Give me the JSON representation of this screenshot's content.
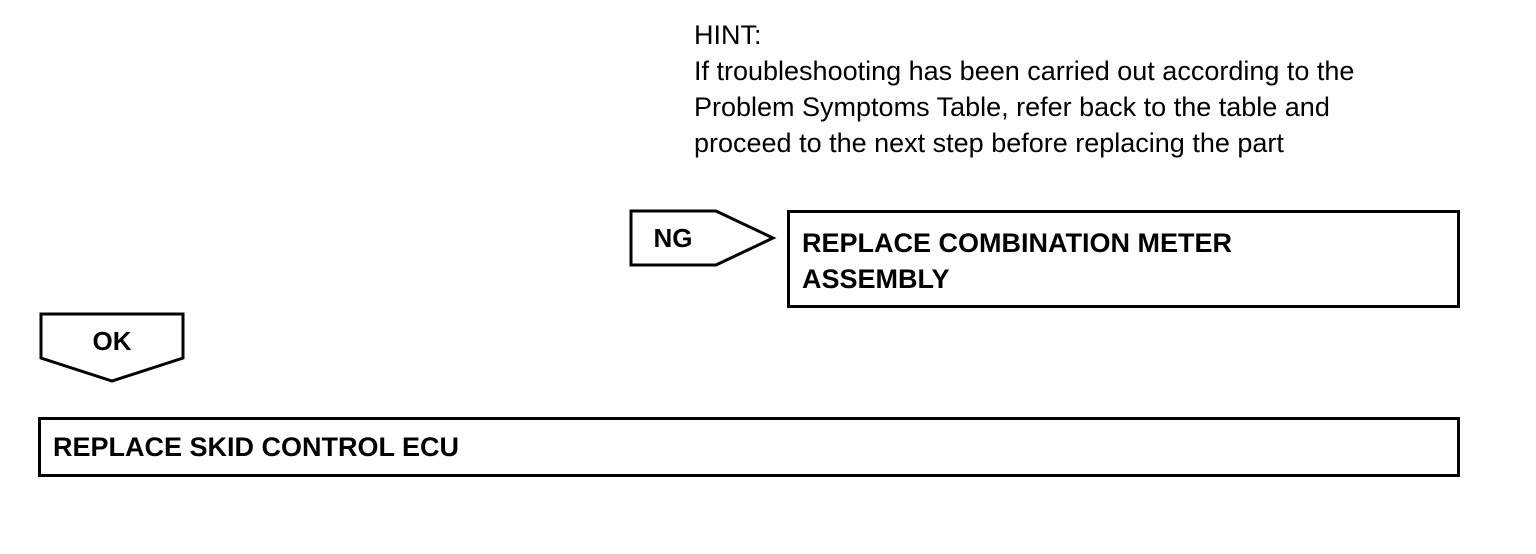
{
  "hint": {
    "title": "HINT:",
    "lines": [
      "If troubleshooting has been carried out according to the",
      "Problem Symptoms Table, refer back to the table and",
      "proceed to the next step before replacing the part"
    ]
  },
  "ng_branch": {
    "label": "NG",
    "action_lines": [
      "REPLACE COMBINATION METER",
      "ASSEMBLY"
    ]
  },
  "ok_branch": {
    "label": "OK",
    "action": "REPLACE SKID CONTROL ECU"
  }
}
